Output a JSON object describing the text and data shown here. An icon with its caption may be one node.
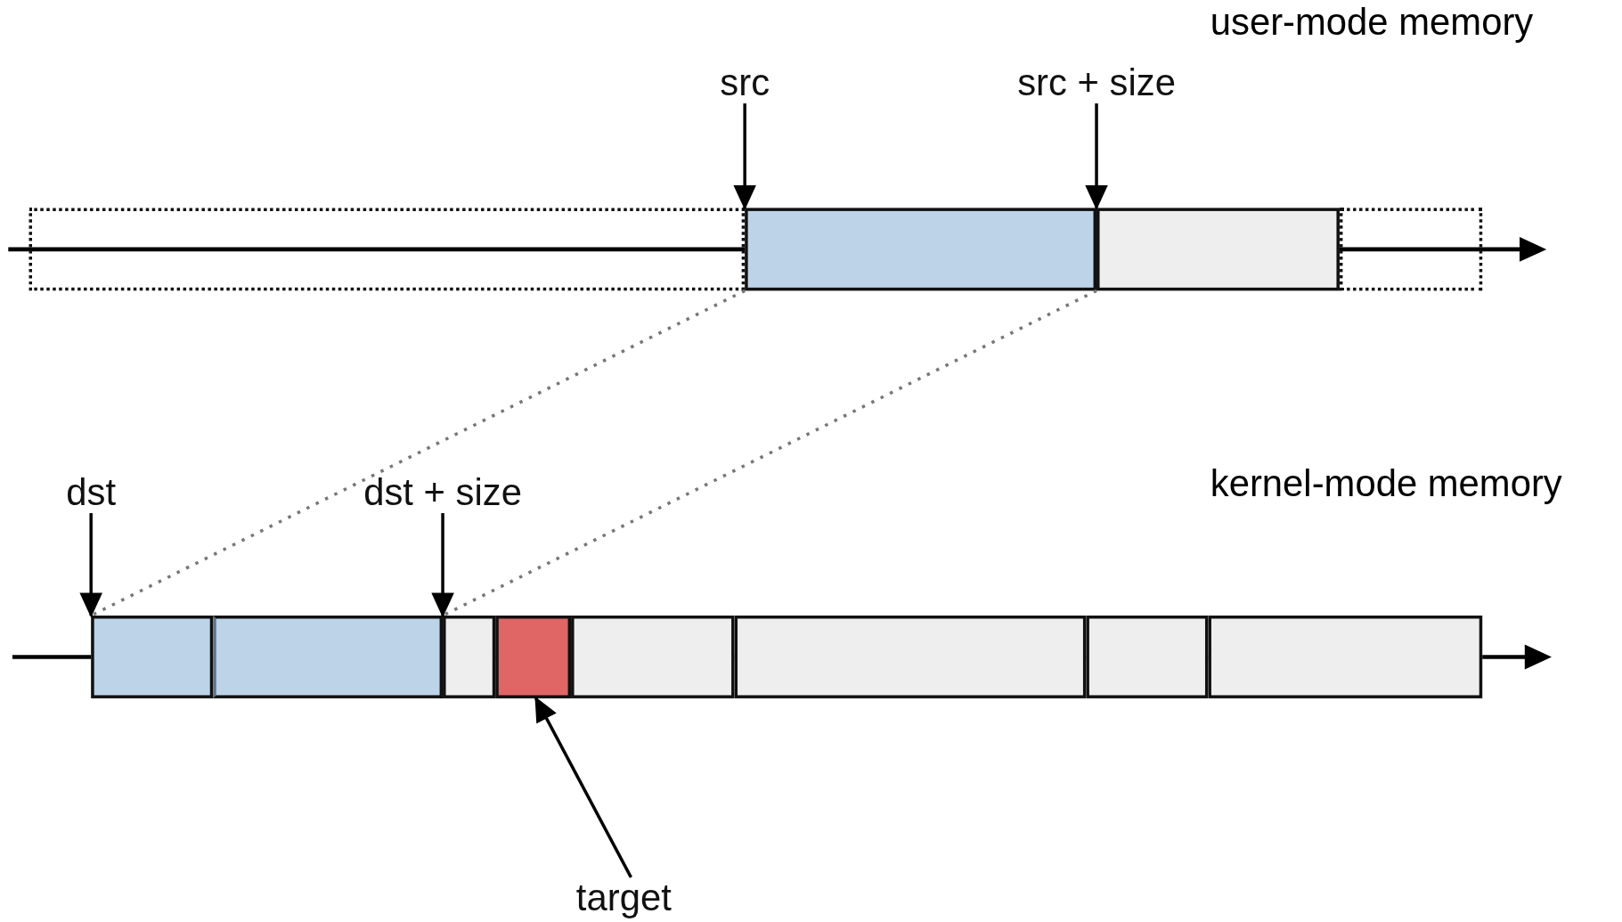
{
  "diagram": {
    "nodes": [
      {
        "text": [
          "src"
        ]
      },
      {
        "text": [
          "src + size"
        ]
      },
      {
        "text": [],
        "shape": "box"
      },
      {
        "text": [],
        "shape": "box"
      },
      {
        "text": [],
        "shape": "box"
      },
      {
        "text": [],
        "shape": "box"
      },
      {
        "text": [
          "dst"
        ]
      },
      {
        "text": [
          "dst + size"
        ]
      },
      {
        "text": [],
        "shape": "box"
      },
      {
        "text": [],
        "shape": "box"
      },
      {
        "text": [],
        "shape": "box"
      },
      {
        "text": [],
        "shape": "box"
      },
      {
        "text": [],
        "shape": "box"
      },
      {
        "text": [],
        "shape": "box"
      },
      {
        "text": [],
        "shape": "box"
      },
      {
        "text": [],
        "shape": "box"
      },
      {
        "text": [
          "target"
        ]
      }
    ],
    "edges": [
      {
        "from": 0,
        "to": 3,
        "arrow": "to"
      },
      {
        "from": 1,
        "to": 4,
        "arrow": "to"
      },
      {
        "from": 6,
        "to": 8,
        "arrow": "to"
      },
      {
        "from": 7,
        "to": 10,
        "arrow": "to"
      },
      {
        "from": 16,
        "to": 11,
        "arrow": "to"
      },
      {
        "from": 3,
        "to": 8,
        "arrow": "none",
        "style": "dashed",
        "color": "#777777"
      },
      {
        "from": 3,
        "to": 9,
        "arrow": "none",
        "style": "dashed",
        "color": "#777777"
      }
    ],
    "labels": [
      "user-mode memory",
      "kernel-mode memory"
    ]
  }
}
